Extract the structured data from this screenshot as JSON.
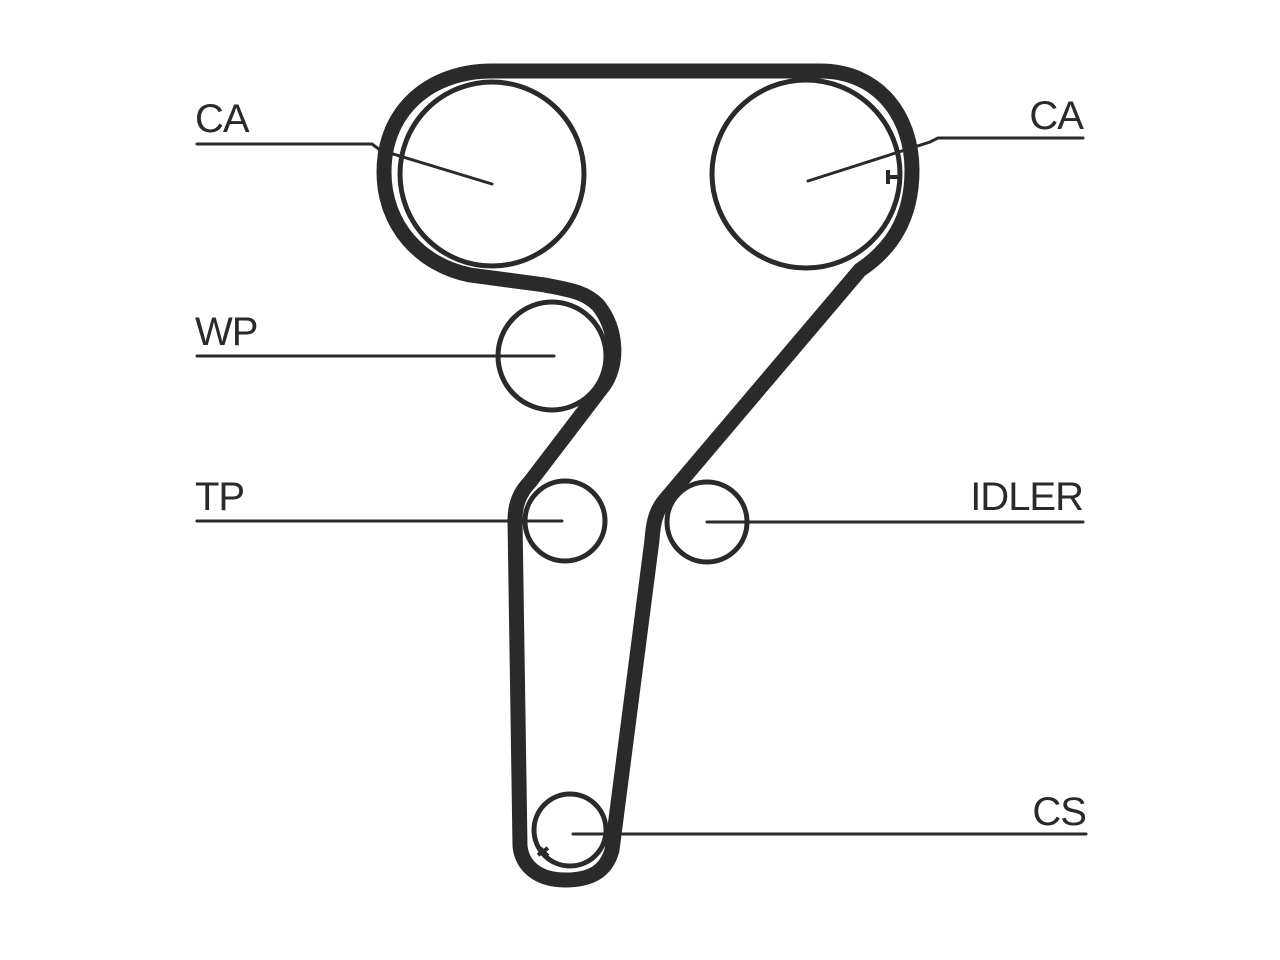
{
  "labels": {
    "cam_left": "CA",
    "cam_right": "CA",
    "water_pump": "WP",
    "tensioner": "TP",
    "idler": "IDLER",
    "crankshaft": "CS"
  },
  "colors": {
    "line": "#2a2a2a",
    "background": "#ffffff"
  }
}
